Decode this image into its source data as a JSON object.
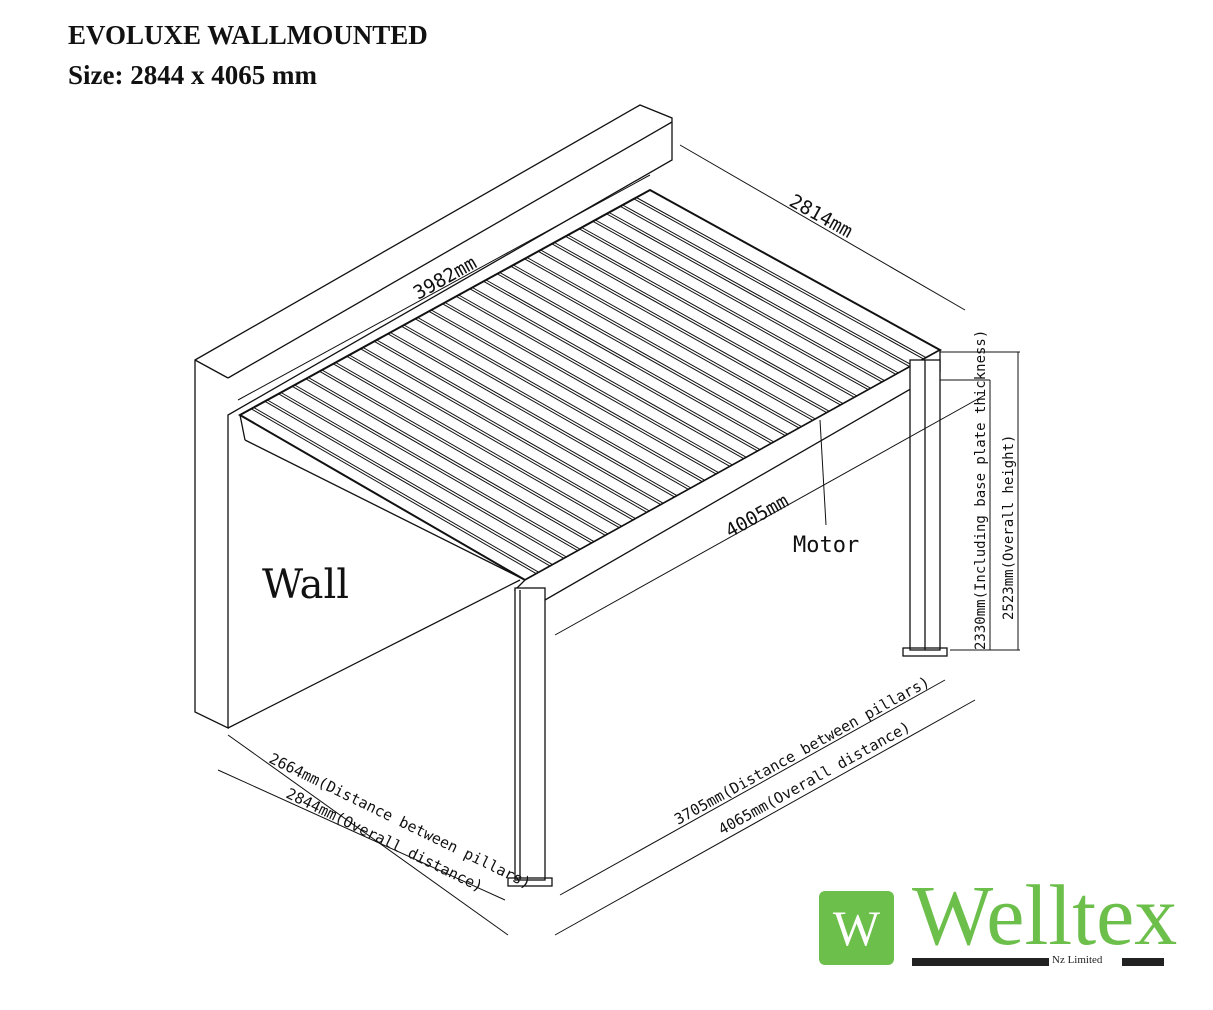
{
  "header": {
    "title": "EVOLUXE WALLMOUNTED",
    "size": "Size: 2844 x 4065 mm"
  },
  "labels": {
    "wall": "Wall",
    "motor": "Motor",
    "dim_wall_length": "3982mm",
    "dim_depth": "2814mm",
    "dim_front_beam": "4005mm",
    "dim_height_inner": "2330mm(Including base plate thickness)",
    "dim_height_overall": "2523mm(Overall height)",
    "dim_side_pillars": "2664mm(Distance between pillars)",
    "dim_side_overall": "2844mm(Overall distance)",
    "dim_front_pillars": "3705mm(Distance between pillars)",
    "dim_front_overall": "4065mm(Overall distance)"
  },
  "logo": {
    "name": "Welltex",
    "mark": "W",
    "subtitle": "Nz Limited",
    "color": "#6cbf4a"
  }
}
